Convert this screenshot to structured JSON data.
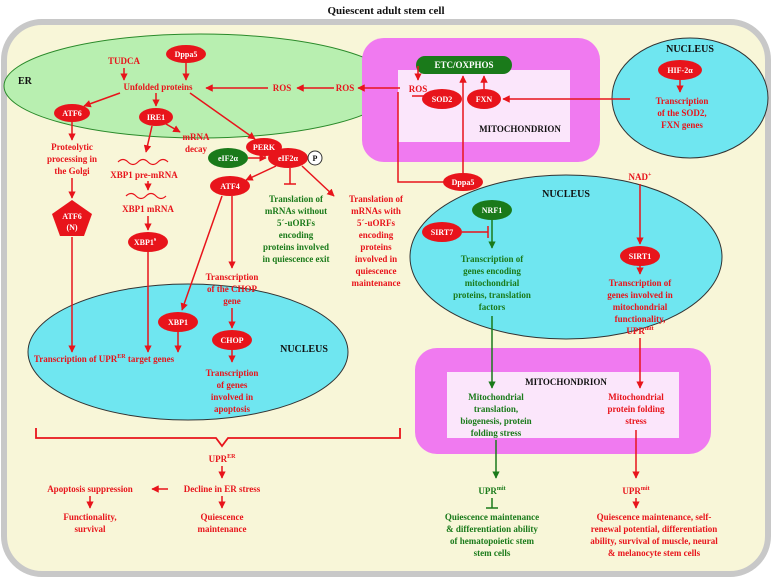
{
  "title": "Quiescent adult stem cell",
  "colors": {
    "red": "#e8141b",
    "green": "#1a7a1a",
    "cyan": "#6fe6f0",
    "er_green": "#b8efb0",
    "mito_pink": "#f07af0",
    "cell_bg": "#f8f6d8"
  },
  "er": {
    "label": "ER",
    "tudca": "TUDCA",
    "dppa5": "Dppa5",
    "unfolded": "Unfolded proteins",
    "ros": "ROS",
    "atf6": "ATF6",
    "ire1": "IRE1",
    "perk": "PERK"
  },
  "ros_outer": "ROS",
  "mito_top": {
    "etc": "ETC/OXPHOS",
    "ros": "ROS",
    "sod2": "SOD2",
    "fxn": "FXN",
    "label": "MITOCHONDRION",
    "dppa5": "Dppa5"
  },
  "nucleus_top": {
    "label": "NUCLEUS",
    "hif": "HIF-2α",
    "text1": "Transcription",
    "text2": "of the SOD2,",
    "text3": "FXN genes"
  },
  "left_path": {
    "proteolytic": [
      "Proteolytic",
      "processing in",
      "the Golgi"
    ],
    "atf6n_1": "ATF6",
    "atf6n_2": "(N)",
    "mrna_decay": [
      "mRNA",
      "decay"
    ],
    "xbp1_pre": "XBP1 pre-mRNA",
    "xbp1_mrna": "XBP1 mRNA",
    "xbp1s": "XBP1",
    "xbp1s_sup": "s",
    "eif2a": "eIF2α",
    "eif2a_p": "eIF2α",
    "p": "P",
    "atf4": "ATF4",
    "trans_no_uorf": [
      "Translation of",
      "mRNAs without",
      "5´-uORFs",
      "encoding",
      "proteins involved",
      "in quiescence exit"
    ],
    "trans_uorf": [
      "Translation of",
      "mRNAs with",
      "5´-uORFs",
      "encoding",
      "proteins",
      "involved in",
      "quiescence",
      "maintenance"
    ]
  },
  "nucleus_left": {
    "label": "NUCLEUS",
    "xbp1": "XBP1",
    "chop_text": [
      "Transcription",
      "of the CHOP",
      "gene"
    ],
    "chop": "CHOP",
    "apoptosis_text": [
      "Transcription",
      "of genes",
      "involved in",
      "apoptosis"
    ],
    "upr_er_targets": "Transcription of UPR",
    "upr_er_sup": "ER",
    "upr_er_tail": " target genes"
  },
  "bottom_left": {
    "upr_er": "UPR",
    "upr_er_sup": "ER",
    "apoptosis_supp": "Apoptosis suppression",
    "decline": "Decline in ER stress",
    "func": [
      "Functionality,",
      "survival"
    ],
    "quiescence": [
      "Quiescence",
      "maintenance"
    ]
  },
  "nucleus_right": {
    "label": "NUCLEUS",
    "nad": "NAD",
    "nad_sup": "+",
    "nrf1": "NRF1",
    "sirt7": "SIRT7",
    "sirt1": "SIRT1",
    "green_text": [
      "Transcription of",
      "genes encoding",
      "mitochondrial",
      "proteins, translation",
      "factors"
    ],
    "red_text": [
      "Transcription of",
      "genes involved in",
      "mitochondrial",
      "functionality,",
      "UPR"
    ],
    "red_sup": "mit"
  },
  "mito_bottom": {
    "label": "MITOCHONDRION",
    "green_text": [
      "Mitochondrial",
      "translation,",
      "biogenesis, protein",
      "folding stress"
    ],
    "red_text": [
      "Mitochondrial",
      "protein folding",
      "stress"
    ]
  },
  "bottom_right": {
    "upr_green": "UPR",
    "upr_red": "UPR",
    "sup": "mit",
    "green_outcome": [
      "Quiescence maintenance",
      "& differentiation ability",
      "of hematopoietic stem",
      "stem cells"
    ],
    "red_outcome": [
      "Quiescence maintenance, self-",
      "renewal potential, differentiation",
      "ability, survival of muscle, neural",
      "& melanocyte stem cells"
    ]
  }
}
